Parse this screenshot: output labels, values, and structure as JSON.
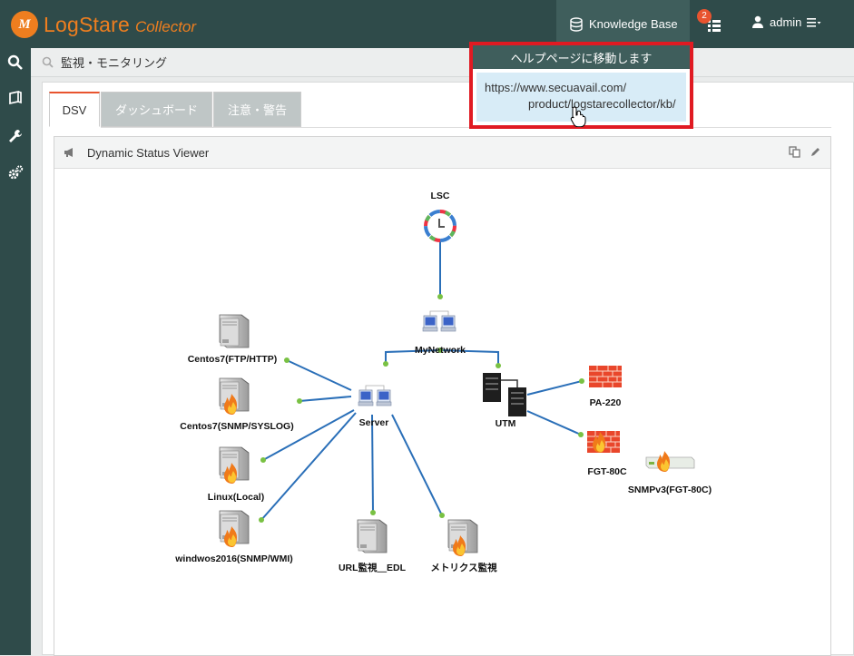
{
  "app": {
    "logo_mark": "M",
    "logo_main": "LogStare",
    "logo_sub": "Collector"
  },
  "header": {
    "knowledge_base_label": "Knowledge Base",
    "task_badge_count": "2",
    "user_name": "admin"
  },
  "breadcrumb": {
    "text": "監視・モニタリング"
  },
  "tabs": [
    {
      "label": "DSV",
      "active": true
    },
    {
      "label": "ダッシュボード",
      "active": false
    },
    {
      "label": "注意・警告",
      "active": false
    }
  ],
  "widget": {
    "title": "Dynamic Status Viewer"
  },
  "tooltip": {
    "header": "ヘルプページに移動します",
    "url_line1": "https://www.secuavail.com/",
    "url_line2": "product/logstarecollector/kb/"
  },
  "diagram": {
    "nodes": [
      {
        "id": "lsc",
        "label": "LSC",
        "type": "clock"
      },
      {
        "id": "mynetwork",
        "label": "MyNetwork",
        "type": "network"
      },
      {
        "id": "server",
        "label": "Server",
        "type": "network"
      },
      {
        "id": "utm",
        "label": "UTM",
        "type": "utm"
      },
      {
        "id": "centos-ftp",
        "label": "Centos7(FTP/HTTP)",
        "type": "server"
      },
      {
        "id": "centos-snmp",
        "label": "Centos7(SNMP/SYSLOG)",
        "type": "server-fire"
      },
      {
        "id": "linux",
        "label": "Linux(Local)",
        "type": "server-fire"
      },
      {
        "id": "windows",
        "label": "windwos2016(SNMP/WMI)",
        "type": "server-fire"
      },
      {
        "id": "url",
        "label": "URL監視＿EDL",
        "type": "server"
      },
      {
        "id": "metrics",
        "label": "メトリクス監視",
        "type": "server-fire"
      },
      {
        "id": "pa",
        "label": "PA-220",
        "type": "firewall"
      },
      {
        "id": "fgt",
        "label": "FGT-80C",
        "type": "firewall-fire"
      },
      {
        "id": "snmpv3",
        "label": "SNMPv3(FGT-80C)",
        "type": "appliance-fire"
      }
    ]
  }
}
